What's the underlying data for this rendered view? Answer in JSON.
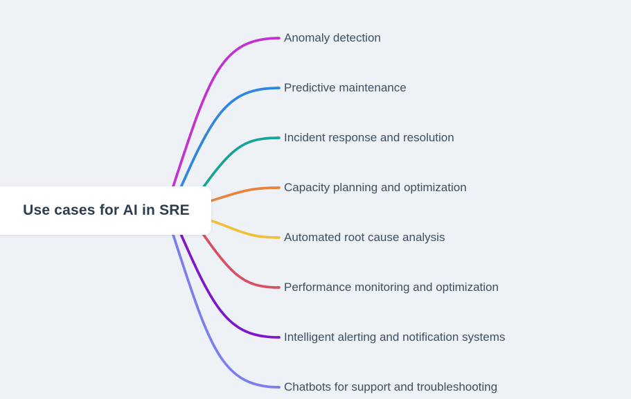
{
  "mindmap": {
    "background_color": "#eef2f6",
    "root": {
      "label": "Use cases for AI in SRE",
      "bg_color": "#ffffff",
      "text_color": "#2c3d4f"
    },
    "branches": [
      {
        "label": "Anomaly detection",
        "color": "#c332cf"
      },
      {
        "label": "Predictive maintenance",
        "color": "#2f86de"
      },
      {
        "label": "Incident response and resolution",
        "color": "#17a398"
      },
      {
        "label": "Capacity planning and optimization",
        "color": "#e8833f"
      },
      {
        "label": "Automated root cause analysis",
        "color": "#f2c037"
      },
      {
        "label": "Performance monitoring and optimization",
        "color": "#d94f63"
      },
      {
        "label": "Intelligent alerting and notification systems",
        "color": "#7d17ce"
      },
      {
        "label": "Chatbots for support and troubleshooting",
        "color": "#7b7df0"
      }
    ],
    "label_text_color": "#3f4e60"
  }
}
